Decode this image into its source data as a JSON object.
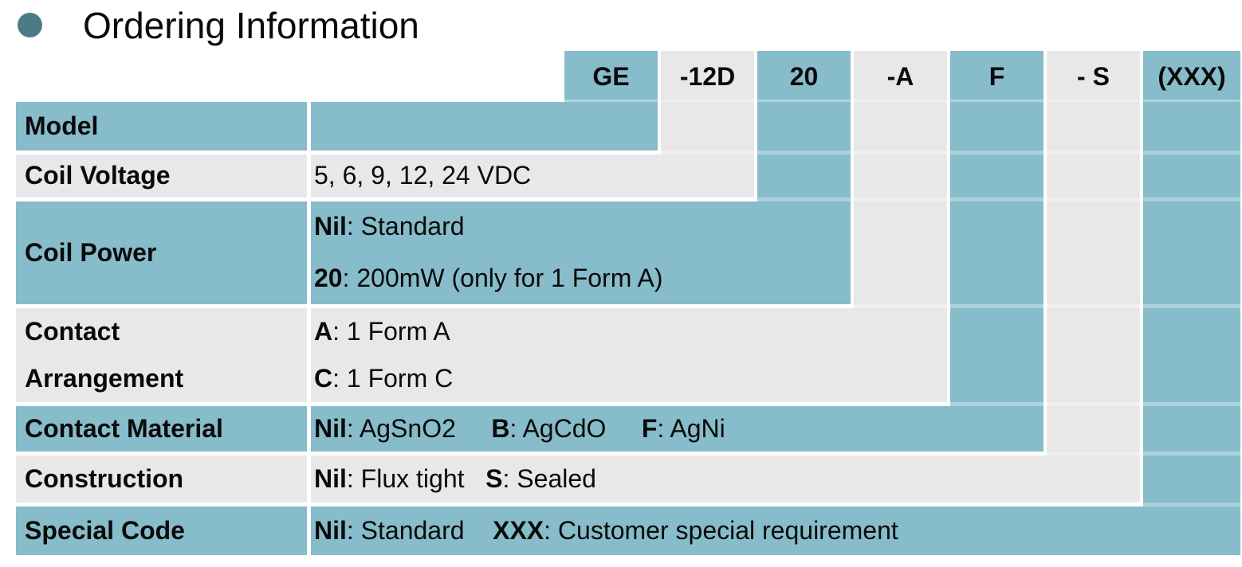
{
  "title": "Ordering Information",
  "colors": {
    "teal": "#87bcca",
    "gray": "#e8e8e8",
    "bullet": "#4c7a87",
    "text": "#0a0a0a",
    "background": "#ffffff"
  },
  "part_code": {
    "segments": [
      {
        "code": "GE",
        "tone": "teal"
      },
      {
        "code": "-12D",
        "tone": "gray"
      },
      {
        "code": "20",
        "tone": "teal"
      },
      {
        "code": "-A",
        "tone": "gray"
      },
      {
        "code": "F",
        "tone": "teal"
      },
      {
        "code": "- S",
        "tone": "gray"
      },
      {
        "code": "(XXX)",
        "tone": "teal"
      }
    ]
  },
  "rows": [
    {
      "label": [
        "Model"
      ],
      "tone": "teal",
      "desc": []
    },
    {
      "label": [
        "Coil Voltage"
      ],
      "tone": "gray",
      "desc": [
        [
          {
            "b": false,
            "t": "5, 6, 9, 12, 24 VDC"
          }
        ]
      ]
    },
    {
      "label": [
        "Coil Power"
      ],
      "tone": "teal",
      "desc": [
        [
          {
            "b": true,
            "t": "Nil"
          },
          {
            "b": false,
            "t": ": Standard"
          }
        ],
        [
          {
            "b": true,
            "t": "20"
          },
          {
            "b": false,
            "t": ": 200mW (only for 1 Form A)"
          }
        ]
      ]
    },
    {
      "label": [
        "Contact",
        "Arrangement"
      ],
      "tone": "gray",
      "desc": [
        [
          {
            "b": true,
            "t": "A"
          },
          {
            "b": false,
            "t": ": 1 Form A"
          }
        ],
        [
          {
            "b": true,
            "t": "C"
          },
          {
            "b": false,
            "t": ": 1 Form C"
          }
        ]
      ]
    },
    {
      "label": [
        "Contact Material"
      ],
      "tone": "teal",
      "desc": [
        [
          {
            "b": true,
            "t": "Nil"
          },
          {
            "b": false,
            "t": ": AgSnO2     "
          },
          {
            "b": true,
            "t": "B"
          },
          {
            "b": false,
            "t": ": AgCdO     "
          },
          {
            "b": true,
            "t": "F"
          },
          {
            "b": false,
            "t": ": AgNi"
          }
        ]
      ]
    },
    {
      "label": [
        "Construction"
      ],
      "tone": "gray",
      "desc": [
        [
          {
            "b": true,
            "t": "Nil"
          },
          {
            "b": false,
            "t": ": Flux tight   "
          },
          {
            "b": true,
            "t": "S"
          },
          {
            "b": false,
            "t": ": Sealed"
          }
        ]
      ]
    },
    {
      "label": [
        "Special Code"
      ],
      "tone": "teal",
      "desc": [
        [
          {
            "b": true,
            "t": "Nil"
          },
          {
            "b": false,
            "t": ": Standard    "
          },
          {
            "b": true,
            "t": "XXX"
          },
          {
            "b": false,
            "t": ": Customer special requirement"
          }
        ]
      ]
    }
  ]
}
